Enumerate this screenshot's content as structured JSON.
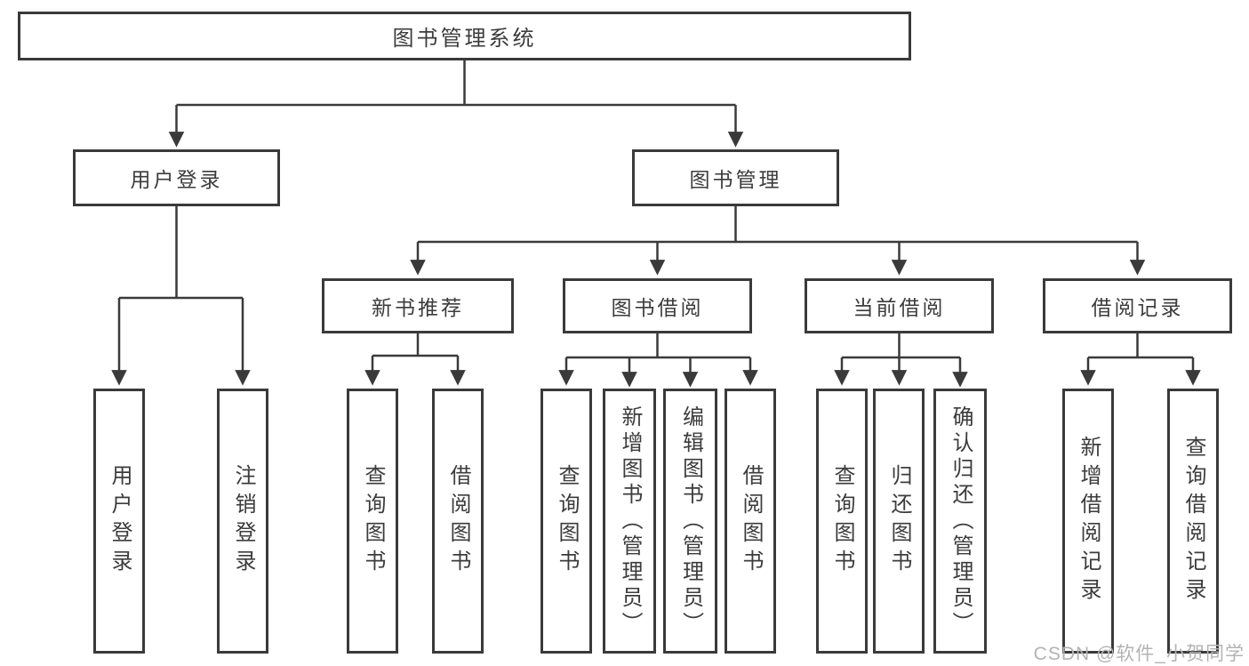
{
  "diagram": {
    "nodes": {
      "root": "图书管理系统",
      "user_login": "用户登录",
      "book_mgmt": "图书管理",
      "ul_login": "用户登录",
      "ul_logout": "注销登录",
      "new_books": "新书推荐",
      "borrow": "图书借阅",
      "current": "当前借阅",
      "records": "借阅记录",
      "nb_query": "查询图书",
      "nb_borrow": "借阅图书",
      "bw_query": "查询图书",
      "bw_add": "新增图书（管理员）",
      "bw_edit": "编辑图书（管理员）",
      "bw_borrow": "借阅图书",
      "cur_query": "查询图书",
      "cur_return": "归还图书",
      "cur_confirm": "确认归还（管理员）",
      "rec_add": "新增借阅记录",
      "rec_query": "查询借阅记录"
    },
    "hierarchy": {
      "图书管理系统": {
        "用户登录": [
          "用户登录",
          "注销登录"
        ],
        "图书管理": {
          "新书推荐": [
            "查询图书",
            "借阅图书"
          ],
          "图书借阅": [
            "查询图书",
            "新增图书（管理员）",
            "编辑图书（管理员）",
            "借阅图书"
          ],
          "当前借阅": [
            "查询图书",
            "归还图书",
            "确认归还（管理员）"
          ],
          "借阅记录": [
            "新增借阅记录",
            "查询借阅记录"
          ]
        }
      }
    },
    "colors": {
      "line": "#3a3a3a",
      "box_border": "#3a3a3a",
      "text": "#3c3c3c",
      "background": "#ffffff",
      "watermark_text": "#b3b3b3"
    }
  },
  "watermark": "CSDN @软件_小贺同学"
}
